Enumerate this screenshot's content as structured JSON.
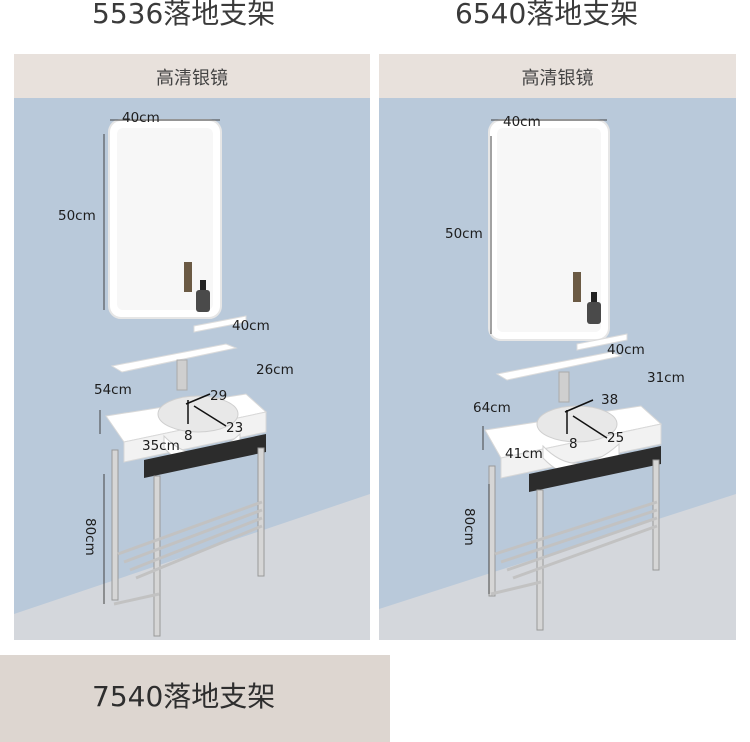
{
  "panels": [
    {
      "title": "5536落地支架",
      "band_label": "高清银镜",
      "dims": {
        "mirror_w": "40cm",
        "mirror_h": "50cm",
        "shelf": "40cm",
        "depth": "26cm",
        "width": "54cm",
        "basin_d": "29",
        "basin_h": "8",
        "basin_w": "23",
        "inner": "35cm",
        "height": "80cm"
      }
    },
    {
      "title": "6540落地支架",
      "band_label": "高清银镜",
      "dims": {
        "mirror_w": "40cm",
        "mirror_h": "50cm",
        "shelf": "40cm",
        "depth": "31cm",
        "width": "64cm",
        "basin_d": "38",
        "basin_h": "8",
        "basin_w": "25",
        "inner": "41cm",
        "height": "80cm"
      }
    }
  ],
  "bottom_title": "7540落地支架",
  "colors": {
    "wall": "#b9c9da",
    "floor": "#cfd3d8",
    "band": "#e8e1dc",
    "bottom_block": "#ddd6d0"
  }
}
